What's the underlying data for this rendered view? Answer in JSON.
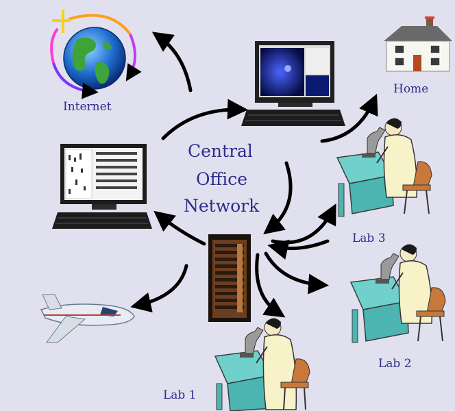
{
  "title": {
    "line1": "Central",
    "line2": "Office",
    "line3": "Network"
  },
  "nodes": {
    "internet": "Internet",
    "home": "Home",
    "lab3": "Lab 3",
    "lab2": "Lab 2",
    "lab1": "Lab 1"
  },
  "colors": {
    "background": "#e1e0ef",
    "text": "#2c2d8c",
    "arrow": "#000000",
    "bench": "#6fd0cc",
    "lab_coat": "#f7f2c8",
    "server": "#6b3e1f"
  },
  "icons": [
    "globe-icon",
    "house-icon",
    "computer-icon",
    "server-icon",
    "airplane-icon",
    "microscope-icon",
    "scientist-icon"
  ]
}
